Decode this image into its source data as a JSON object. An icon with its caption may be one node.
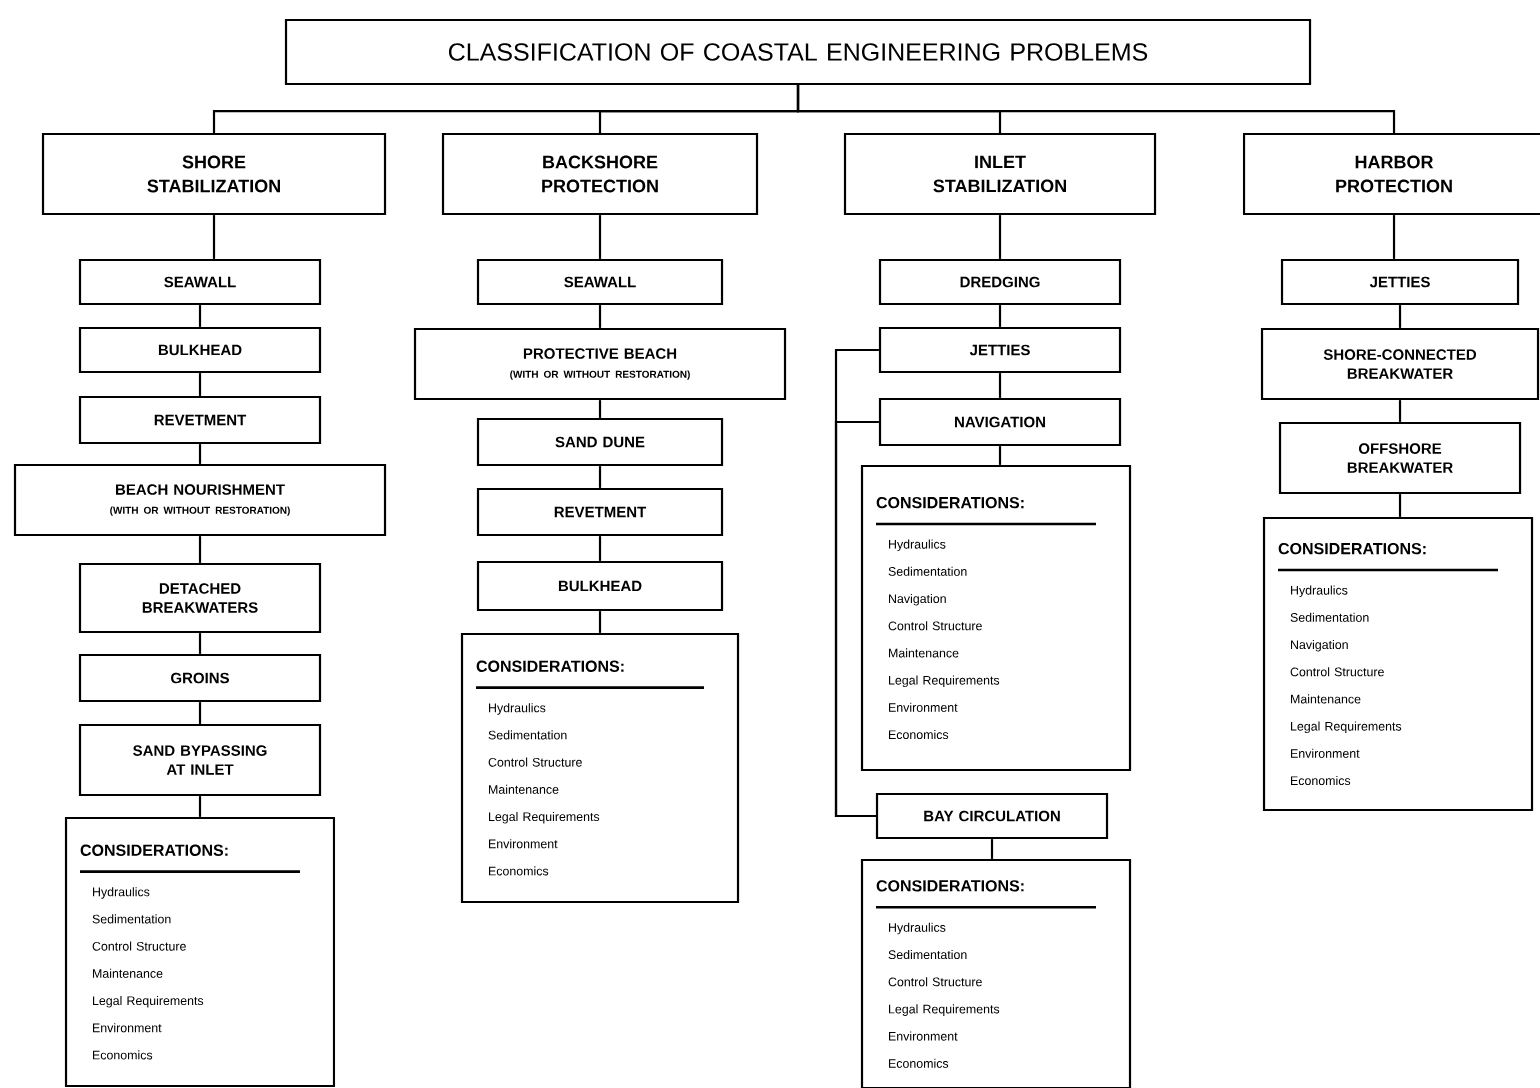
{
  "diagram": {
    "nodes": [
      {
        "text": [
          "CLASSIFICATION OF COASTAL ENGINEERING PROBLEMS"
        ]
      },
      {
        "text": [
          "SHORE STABILIZATION"
        ]
      },
      {
        "text": [
          "SEAWALL"
        ]
      },
      {
        "text": [
          "BULKHEAD"
        ]
      },
      {
        "text": [
          "REVETMENT"
        ]
      },
      {
        "text": [
          "BEACH NOURISHMENT",
          "(WITH OR WITHOUT RESTORATION)"
        ]
      },
      {
        "text": [
          "DETACHED BREAKWATERS"
        ]
      },
      {
        "text": [
          "GROINS"
        ]
      },
      {
        "text": [
          "SAND BYPASSING AT INLET"
        ]
      },
      {
        "text": [
          "CONSIDERATIONS:",
          "Hydraulics",
          "Sedimentation",
          "Control Structure",
          "Maintenance",
          "Legal Requirements",
          "Environment",
          "Economics"
        ]
      },
      {
        "text": [
          "BACKSHORE PROTECTION"
        ]
      },
      {
        "text": [
          "SEAWALL"
        ]
      },
      {
        "text": [
          "PROTECTIVE BEACH",
          "(WITH OR WITHOUT RESTORATION)"
        ]
      },
      {
        "text": [
          "SAND DUNE"
        ]
      },
      {
        "text": [
          "REVETMENT"
        ]
      },
      {
        "text": [
          "BULKHEAD"
        ]
      },
      {
        "text": [
          "CONSIDERATIONS:",
          "Hydraulics",
          "Sedimentation",
          "Control Structure",
          "Maintenance",
          "Legal Requirements",
          "Environment",
          "Economics"
        ]
      },
      {
        "text": [
          "INLET STABILIZATION"
        ]
      },
      {
        "text": [
          "DREDGING"
        ]
      },
      {
        "text": [
          "JETTIES"
        ]
      },
      {
        "text": [
          "NAVIGATION"
        ]
      },
      {
        "text": [
          "CONSIDERATIONS:",
          "Hydraulics",
          "Sedimentation",
          "Navigation",
          "Control Structure",
          "Maintenance",
          "Legal Requirements",
          "Environment",
          "Economics"
        ]
      },
      {
        "text": [
          "BAY CIRCULATION"
        ]
      },
      {
        "text": [
          "CONSIDERATIONS:",
          "Hydraulics",
          "Sedimentation",
          "Control Structure",
          "Legal Requirements",
          "Environment",
          "Economics"
        ]
      },
      {
        "text": [
          "HARBOR PROTECTION"
        ]
      },
      {
        "text": [
          "JETTIES"
        ]
      },
      {
        "text": [
          "SHORE-CONNECTED BREAKWATER"
        ]
      },
      {
        "text": [
          "OFFSHORE BREAKWATER"
        ]
      },
      {
        "text": [
          "CONSIDERATIONS:",
          "Hydraulics",
          "Sedimentation",
          "Navigation",
          "Control Structure",
          "Maintenance",
          "Legal Requirements",
          "Environment",
          "Economics"
        ]
      }
    ],
    "edges": [
      {
        "from": 0,
        "to": 1,
        "arrow": "none"
      },
      {
        "from": 0,
        "to": 10,
        "arrow": "none"
      },
      {
        "from": 0,
        "to": 17,
        "arrow": "none"
      },
      {
        "from": 0,
        "to": 24,
        "arrow": "none"
      },
      {
        "from": 1,
        "to": 2,
        "arrow": "none"
      },
      {
        "from": 2,
        "to": 3,
        "arrow": "none"
      },
      {
        "from": 3,
        "to": 4,
        "arrow": "none"
      },
      {
        "from": 4,
        "to": 5,
        "arrow": "none"
      },
      {
        "from": 5,
        "to": 6,
        "arrow": "none"
      },
      {
        "from": 6,
        "to": 7,
        "arrow": "none"
      },
      {
        "from": 7,
        "to": 8,
        "arrow": "none"
      },
      {
        "from": 8,
        "to": 9,
        "arrow": "none"
      },
      {
        "from": 10,
        "to": 11,
        "arrow": "none"
      },
      {
        "from": 11,
        "to": 12,
        "arrow": "none"
      },
      {
        "from": 12,
        "to": 13,
        "arrow": "none"
      },
      {
        "from": 13,
        "to": 14,
        "arrow": "none"
      },
      {
        "from": 14,
        "to": 15,
        "arrow": "none"
      },
      {
        "from": 15,
        "to": 16,
        "arrow": "none"
      },
      {
        "from": 17,
        "to": 18,
        "arrow": "none"
      },
      {
        "from": 18,
        "to": 19,
        "arrow": "none"
      },
      {
        "from": 19,
        "to": 20,
        "arrow": "none"
      },
      {
        "from": 20,
        "to": 21,
        "arrow": "none"
      },
      {
        "from": 19,
        "to": 22,
        "arrow": "none"
      },
      {
        "from": 20,
        "to": 22,
        "arrow": "none"
      },
      {
        "from": 22,
        "to": 23,
        "arrow": "none"
      },
      {
        "from": 24,
        "to": 25,
        "arrow": "none"
      },
      {
        "from": 25,
        "to": 26,
        "arrow": "none"
      },
      {
        "from": 26,
        "to": 27,
        "arrow": "none"
      },
      {
        "from": 27,
        "to": 28,
        "arrow": "none"
      }
    ]
  }
}
